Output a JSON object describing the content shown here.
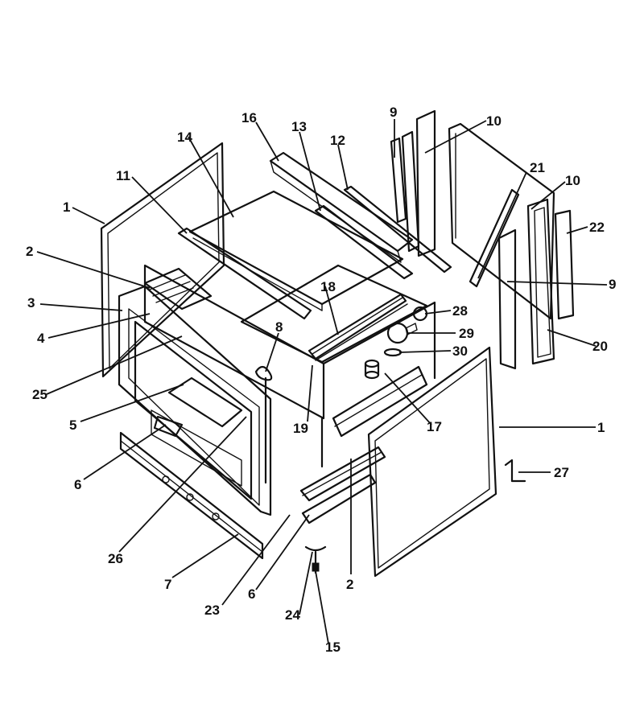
{
  "callouts": [
    {
      "id": "c1a",
      "label": "1"
    },
    {
      "id": "c1b",
      "label": "1"
    },
    {
      "id": "c2a",
      "label": "2"
    },
    {
      "id": "c2b",
      "label": "2"
    },
    {
      "id": "c3",
      "label": "3"
    },
    {
      "id": "c4",
      "label": "4"
    },
    {
      "id": "c5",
      "label": "5"
    },
    {
      "id": "c6a",
      "label": "6"
    },
    {
      "id": "c6b",
      "label": "6"
    },
    {
      "id": "c7",
      "label": "7"
    },
    {
      "id": "c8",
      "label": "8"
    },
    {
      "id": "c9a",
      "label": "9"
    },
    {
      "id": "c9b",
      "label": "9"
    },
    {
      "id": "c10a",
      "label": "10"
    },
    {
      "id": "c10b",
      "label": "10"
    },
    {
      "id": "c11",
      "label": "11"
    },
    {
      "id": "c12",
      "label": "12"
    },
    {
      "id": "c13",
      "label": "13"
    },
    {
      "id": "c14",
      "label": "14"
    },
    {
      "id": "c15",
      "label": "15"
    },
    {
      "id": "c16",
      "label": "16"
    },
    {
      "id": "c17",
      "label": "17"
    },
    {
      "id": "c18",
      "label": "18"
    },
    {
      "id": "c19",
      "label": "19"
    },
    {
      "id": "c20",
      "label": "20"
    },
    {
      "id": "c21",
      "label": "21"
    },
    {
      "id": "c22",
      "label": "22"
    },
    {
      "id": "c23",
      "label": "23"
    },
    {
      "id": "c24",
      "label": "24"
    },
    {
      "id": "c25",
      "label": "25"
    },
    {
      "id": "c26",
      "label": "26"
    },
    {
      "id": "c27",
      "label": "27"
    },
    {
      "id": "c28",
      "label": "28"
    },
    {
      "id": "c29",
      "label": "29"
    },
    {
      "id": "c30",
      "label": "30"
    }
  ]
}
